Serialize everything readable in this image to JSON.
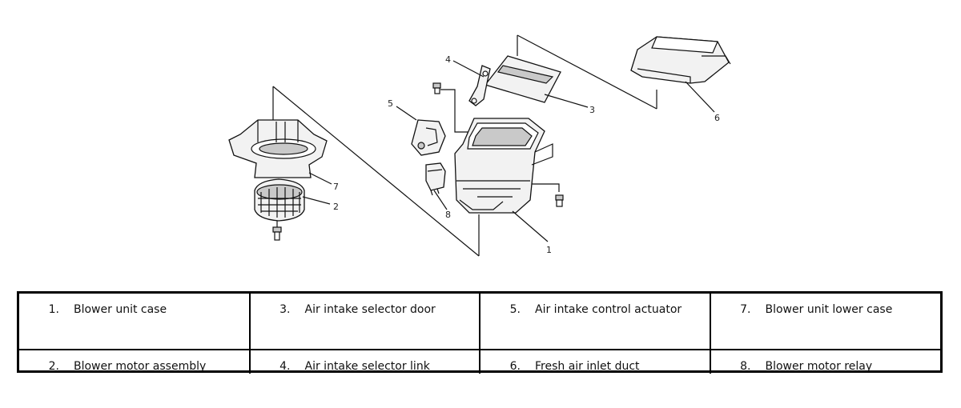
{
  "diagram": {
    "callouts": [
      "1",
      "2",
      "3",
      "4",
      "5",
      "6",
      "7",
      "8"
    ]
  },
  "legend": {
    "rows": [
      [
        {
          "num": "1.",
          "text": "Blower unit case"
        },
        {
          "num": "3.",
          "text": "Air intake selector door"
        },
        {
          "num": "5.",
          "text": "Air intake control actuator"
        },
        {
          "num": "7.",
          "text": "Blower unit lower case"
        }
      ],
      [
        {
          "num": "2.",
          "text": "Blower motor assembly"
        },
        {
          "num": "4.",
          "text": "Air intake selector link"
        },
        {
          "num": "6.",
          "text": "Fresh air inlet duct"
        },
        {
          "num": "8.",
          "text": "Blower motor relay"
        }
      ]
    ]
  }
}
